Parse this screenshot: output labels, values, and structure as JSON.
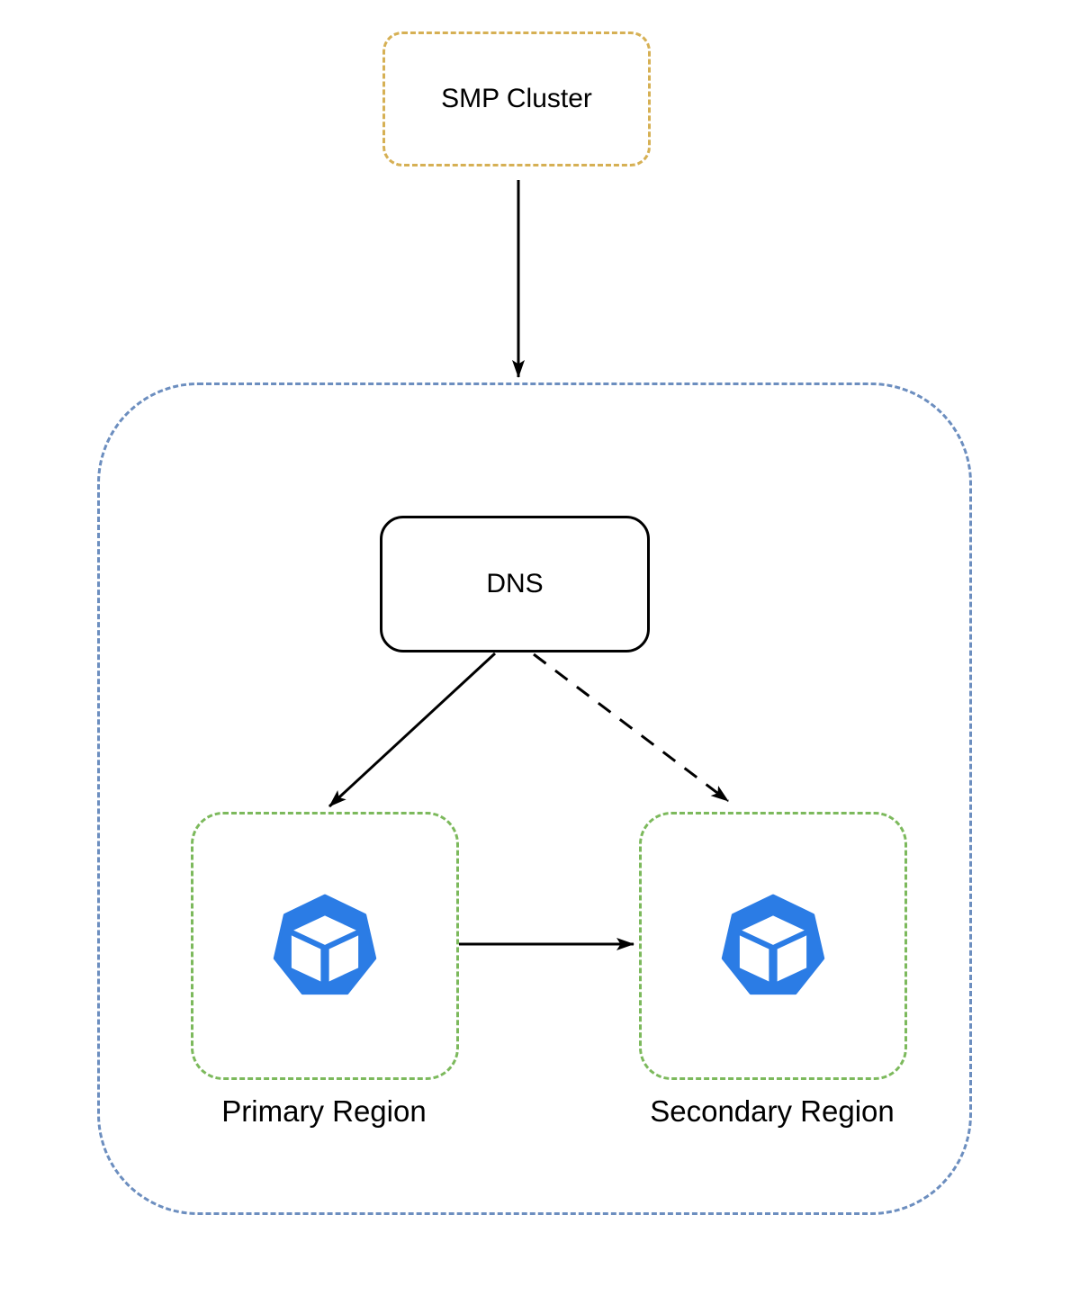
{
  "nodes": {
    "smp_cluster": {
      "label": "SMP Cluster",
      "border_color": "#D6B054",
      "border_style": "dashed"
    },
    "regions_container": {
      "label": "",
      "border_color": "#6C8EBF",
      "border_style": "dashed"
    },
    "dns": {
      "label": "DNS",
      "border_color": "#000000",
      "border_style": "solid"
    },
    "primary_region": {
      "label": "Primary Region",
      "border_color": "#7CB95C",
      "border_style": "dashed",
      "icon": "kubernetes-cluster-icon",
      "icon_color": "#2B7CE5"
    },
    "secondary_region": {
      "label": "Secondary Region",
      "border_color": "#7CB95C",
      "border_style": "dashed",
      "icon": "kubernetes-cluster-icon",
      "icon_color": "#2B7CE5"
    }
  },
  "edges": [
    {
      "from": "smp_cluster",
      "to": "regions_container",
      "style": "solid",
      "arrow": "end"
    },
    {
      "from": "dns",
      "to": "primary_region",
      "style": "solid",
      "arrow": "end"
    },
    {
      "from": "dns",
      "to": "secondary_region",
      "style": "dashed",
      "arrow": "end"
    },
    {
      "from": "primary_region",
      "to": "secondary_region",
      "style": "solid",
      "arrow": "end"
    }
  ],
  "colors": {
    "background": "#FFFFFF",
    "arrow": "#000000",
    "text": "#000000",
    "smp_border": "#D6B054",
    "container_border": "#6C8EBF",
    "region_border": "#7CB95C",
    "icon_blue": "#2B7CE5"
  }
}
